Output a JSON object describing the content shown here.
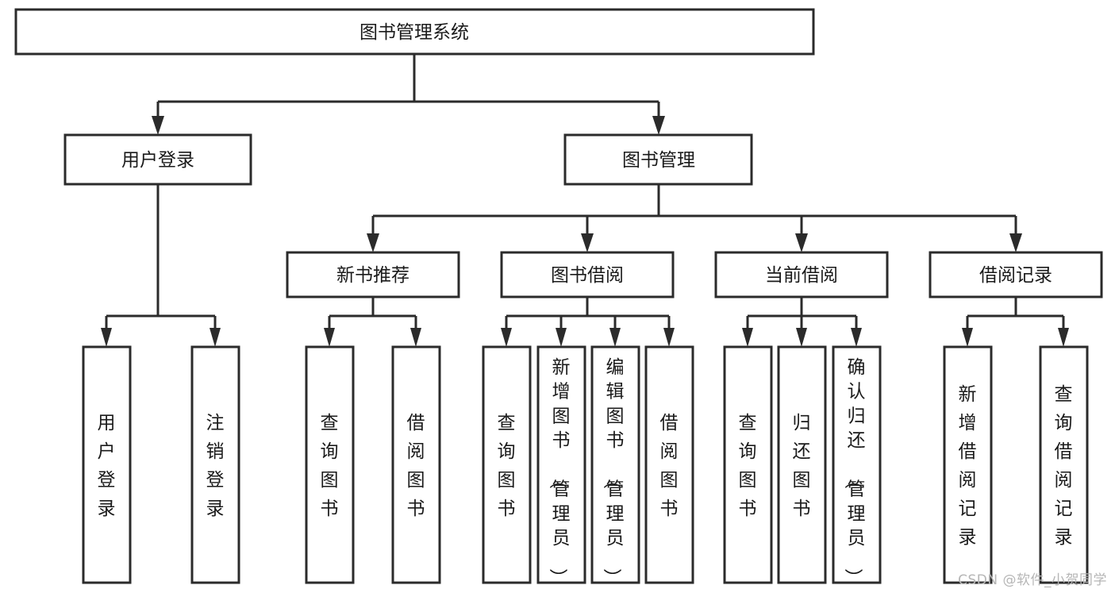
{
  "diagram": {
    "title": "图书管理系统",
    "type": "hierarchy-tree",
    "orientation": "top-down",
    "colors": {
      "box_stroke": "#2b2b2b",
      "box_fill": "#ffffff",
      "text": "#1a1a1a",
      "connector": "#2b2b2b",
      "watermark": "#b6b6b6",
      "background": "#ffffff"
    },
    "root": {
      "label": "图书管理系统"
    },
    "level2": [
      {
        "label": "用户登录"
      },
      {
        "label": "图书管理"
      }
    ],
    "level3": [
      {
        "label": "新书推荐"
      },
      {
        "label": "图书借阅"
      },
      {
        "label": "当前借阅"
      },
      {
        "label": "借阅记录"
      }
    ],
    "leaves": {
      "user_login": [
        {
          "label": "用户登录"
        },
        {
          "label": "注销登录"
        }
      ],
      "new_book_recommend": [
        {
          "label": "查询图书"
        },
        {
          "label": "借阅图书"
        }
      ],
      "book_borrow": [
        {
          "label": "查询图书"
        },
        {
          "label": "新增图书（管理员）"
        },
        {
          "label": "编辑图书（管理员）"
        },
        {
          "label": "借阅图书"
        }
      ],
      "current_borrow": [
        {
          "label": "查询图书"
        },
        {
          "label": "归还图书"
        },
        {
          "label": "确认归还（管理员）"
        }
      ],
      "borrow_records": [
        {
          "label": "新增借阅记录"
        },
        {
          "label": "查询借阅记录"
        }
      ]
    }
  },
  "watermark": {
    "text": "CSDN @软件_小贺同学"
  },
  "chart_data": {
    "type": "table",
    "title": "图书管理系统",
    "nodes": [
      {
        "id": "root",
        "label": "图书管理系统",
        "level": 1,
        "parent": null
      },
      {
        "id": "n-user-login",
        "label": "用户登录",
        "level": 2,
        "parent": "root"
      },
      {
        "id": "n-book-manage",
        "label": "图书管理",
        "level": 2,
        "parent": "root"
      },
      {
        "id": "n-new-book",
        "label": "新书推荐",
        "level": 3,
        "parent": "n-book-manage"
      },
      {
        "id": "n-book-borrow",
        "label": "图书借阅",
        "level": 3,
        "parent": "n-book-manage"
      },
      {
        "id": "n-current-borrow",
        "label": "当前借阅",
        "level": 3,
        "parent": "n-book-manage"
      },
      {
        "id": "n-borrow-record",
        "label": "借阅记录",
        "level": 3,
        "parent": "n-book-manage"
      },
      {
        "id": "l1",
        "label": "用户登录",
        "level": 4,
        "parent": "n-user-login"
      },
      {
        "id": "l2",
        "label": "注销登录",
        "level": 4,
        "parent": "n-user-login"
      },
      {
        "id": "l3",
        "label": "查询图书",
        "level": 4,
        "parent": "n-new-book"
      },
      {
        "id": "l4",
        "label": "借阅图书",
        "level": 4,
        "parent": "n-new-book"
      },
      {
        "id": "l5",
        "label": "查询图书",
        "level": 4,
        "parent": "n-book-borrow"
      },
      {
        "id": "l6",
        "label": "新增图书（管理员）",
        "level": 4,
        "parent": "n-book-borrow"
      },
      {
        "id": "l7",
        "label": "编辑图书（管理员）",
        "level": 4,
        "parent": "n-book-borrow"
      },
      {
        "id": "l8",
        "label": "借阅图书",
        "level": 4,
        "parent": "n-book-borrow"
      },
      {
        "id": "l9",
        "label": "查询图书",
        "level": 4,
        "parent": "n-current-borrow"
      },
      {
        "id": "l10",
        "label": "归还图书",
        "level": 4,
        "parent": "n-current-borrow"
      },
      {
        "id": "l11",
        "label": "确认归还（管理员）",
        "level": 4,
        "parent": "n-current-borrow"
      },
      {
        "id": "l12",
        "label": "新增借阅记录",
        "level": 4,
        "parent": "n-borrow-record"
      },
      {
        "id": "l13",
        "label": "查询借阅记录",
        "level": 4,
        "parent": "n-borrow-record"
      }
    ]
  }
}
